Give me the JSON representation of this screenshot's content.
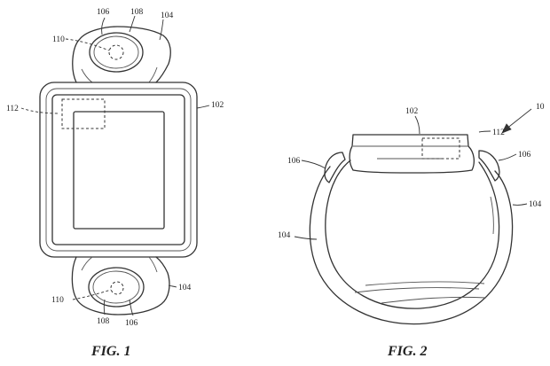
{
  "figure1": {
    "caption": "FIG. 1",
    "labels": {
      "crown_top": "106",
      "button_top": "108",
      "band_top": "104",
      "sensor_top": "110",
      "display_region": "112",
      "body": "102",
      "sensor_bottom": "110",
      "button_bottom": "108",
      "crown_bottom": "106",
      "band_bottom": "104"
    }
  },
  "figure2": {
    "caption": "FIG. 2",
    "labels": {
      "assembly": "10",
      "body": "102",
      "display_region": "112",
      "crown_left": "106",
      "crown_right": "106",
      "band_right": "104",
      "band_left": "104"
    }
  }
}
